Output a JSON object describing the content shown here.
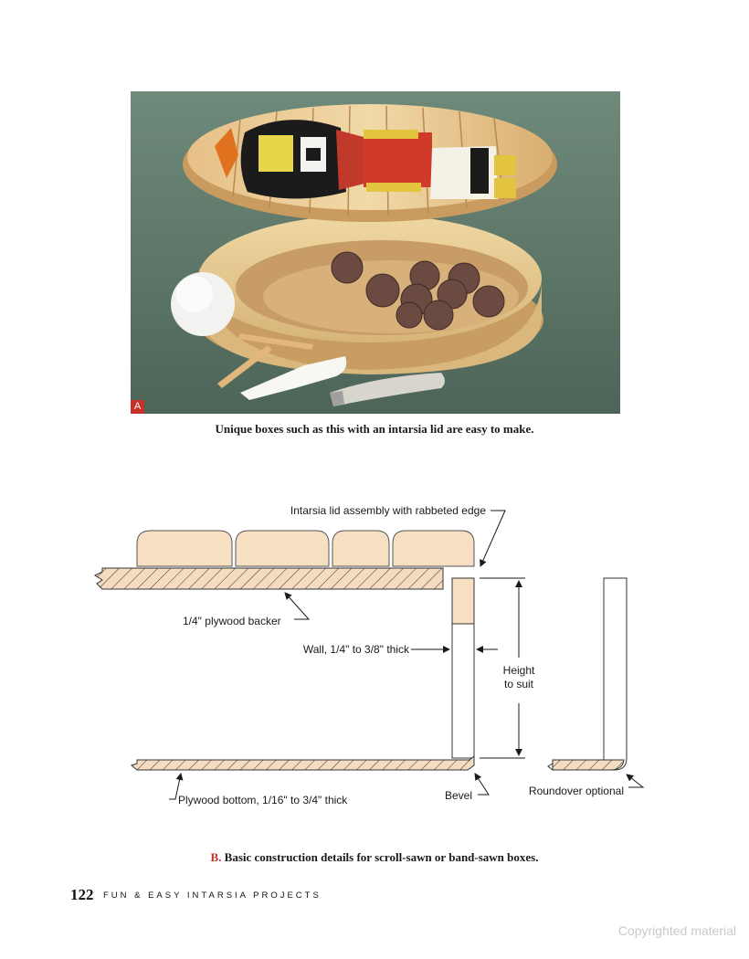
{
  "photo": {
    "label": "A",
    "caption": "Unique boxes such as this with an intarsia lid are easy to make."
  },
  "diagram": {
    "labels": {
      "lid_assembly": "Intarsia lid assembly with rabbeted edge",
      "backer": "1/4\" plywood backer",
      "wall": "Wall, 1/4\" to 3/8\" thick",
      "height_line1": "Height",
      "height_line2": "to suit",
      "bottom": "Plywood bottom, 1/16\" to 3/4\" thick",
      "bevel": "Bevel",
      "roundover": "Roundover optional"
    },
    "caption_letter": "B.",
    "caption_text": " Basic construction details for scroll-sawn or band-sawn boxes."
  },
  "footer": {
    "page_number": "122",
    "running_title": "FUN & EASY INTARSIA PROJECTS"
  },
  "watermark": "Copyrighted material"
}
